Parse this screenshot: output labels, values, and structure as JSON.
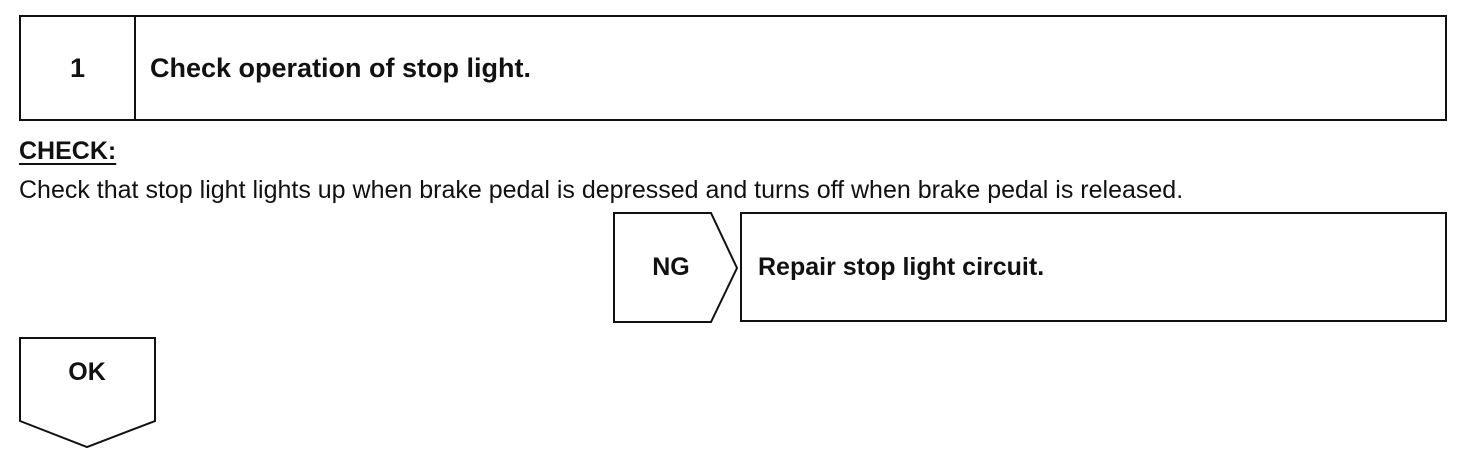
{
  "step": {
    "number": "1",
    "title": "Check operation of stop light."
  },
  "check": {
    "label": "CHECK:",
    "text": "Check that stop light lights up when brake pedal is depressed and turns off when brake pedal is released."
  },
  "ng_branch": {
    "label": "NG",
    "action": "Repair stop light circuit."
  },
  "ok_branch": {
    "label": "OK"
  }
}
